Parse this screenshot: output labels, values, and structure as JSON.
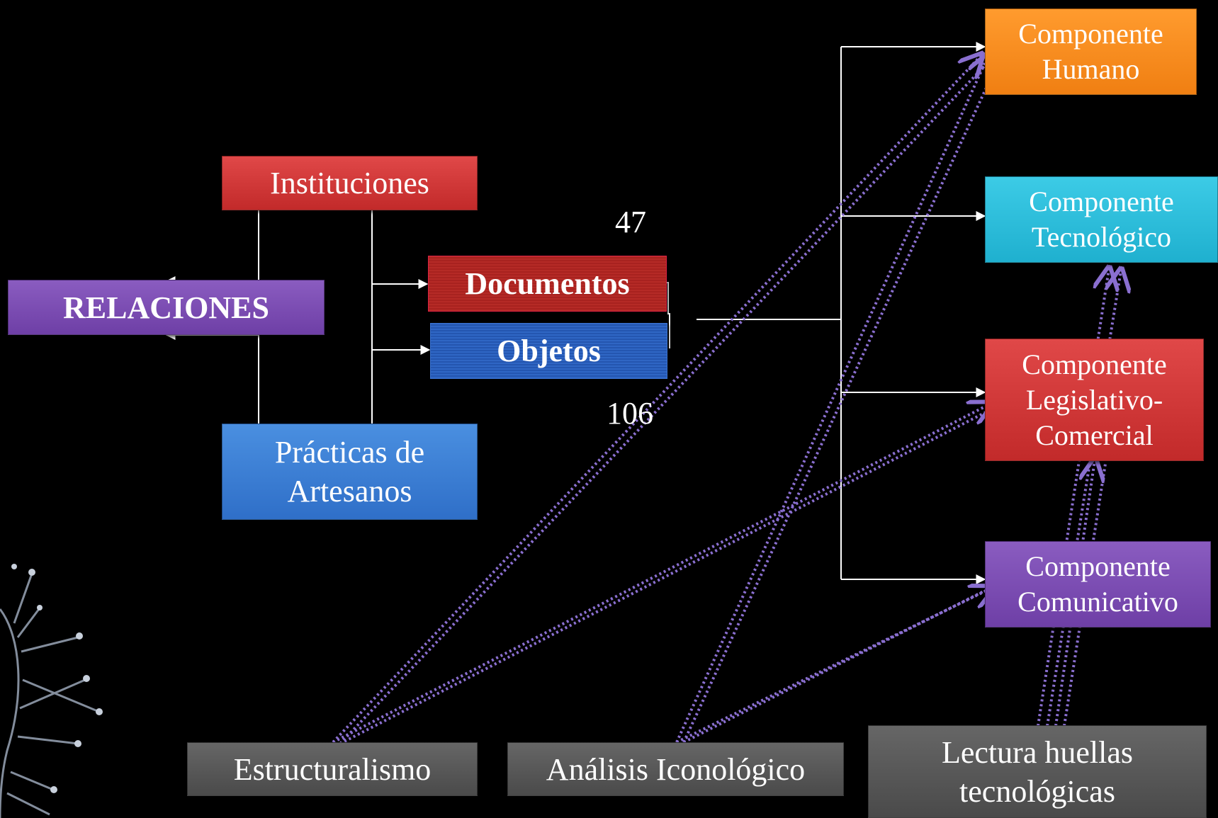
{
  "left_cluster": {
    "instituciones": "Instituciones",
    "relaciones": "RELACIONES",
    "practicas": "Prácticas de Artesanos",
    "documentos": "Documentos",
    "objetos": "Objetos"
  },
  "counts": {
    "documentos_count": "47",
    "objetos_count": "106"
  },
  "components": {
    "humano": "Componente Humano",
    "tecnologico": "Componente Tecnológico",
    "legislativo": "Componente Legislativo-Comercial",
    "comunicativo": "Componente Comunicativo"
  },
  "methods": {
    "estructuralismo": "Estructuralismo",
    "iconologico": "Análisis Iconológico",
    "huellas": "Lectura huellas tecnológicas"
  },
  "colors": {
    "instituciones": "#d63b3b",
    "relaciones": "#7b4bb3",
    "practicas": "#3d7fd6",
    "documentos": "#b02723",
    "objetos": "#2a5fbc",
    "humano": "#f58a1f",
    "tecnologico": "#2ebfdc",
    "legislativo": "#d83a3a",
    "comunicativo": "#7b4bb3",
    "methods": "#555555",
    "dotted_arrows": "#8a6fd0"
  },
  "icons": [
    "feather-decoration-icon"
  ]
}
